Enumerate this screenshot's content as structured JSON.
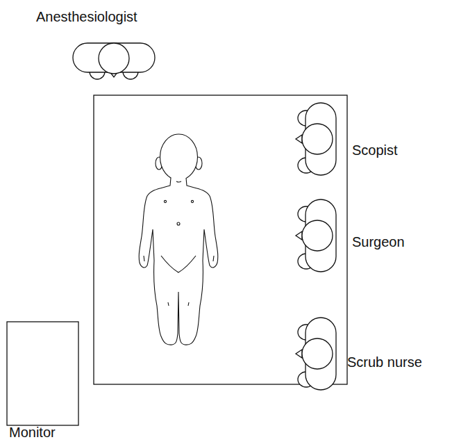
{
  "diagram": {
    "labels": [
      "Anesthesiologist",
      "Scopist",
      "Surgeon",
      "Scrub nurse",
      "Monitor"
    ]
  }
}
